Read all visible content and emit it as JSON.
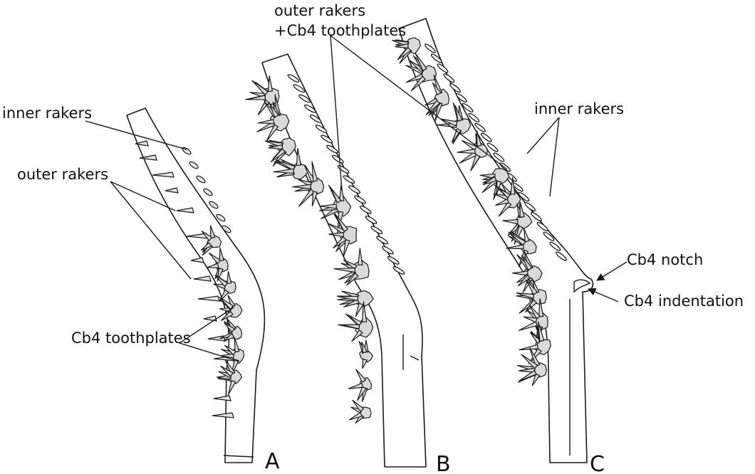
{
  "labels": {
    "a_inner": "inner rakers",
    "a_outer": "outer rakers",
    "a_tooth": "Cb4 toothplates",
    "b_outer_1": "outer rakers",
    "b_outer_2": "+Cb4 toothplates",
    "c_inner": "inner rakers",
    "c_notch": "Cb4 notch",
    "c_indent": "Cb4 indentation"
  },
  "panels": {
    "a": "A",
    "b": "B",
    "c": "C"
  },
  "colors": {
    "line": "#1a1a1a",
    "plate_fill": "#d9d9d9",
    "background": "#ffffff"
  }
}
